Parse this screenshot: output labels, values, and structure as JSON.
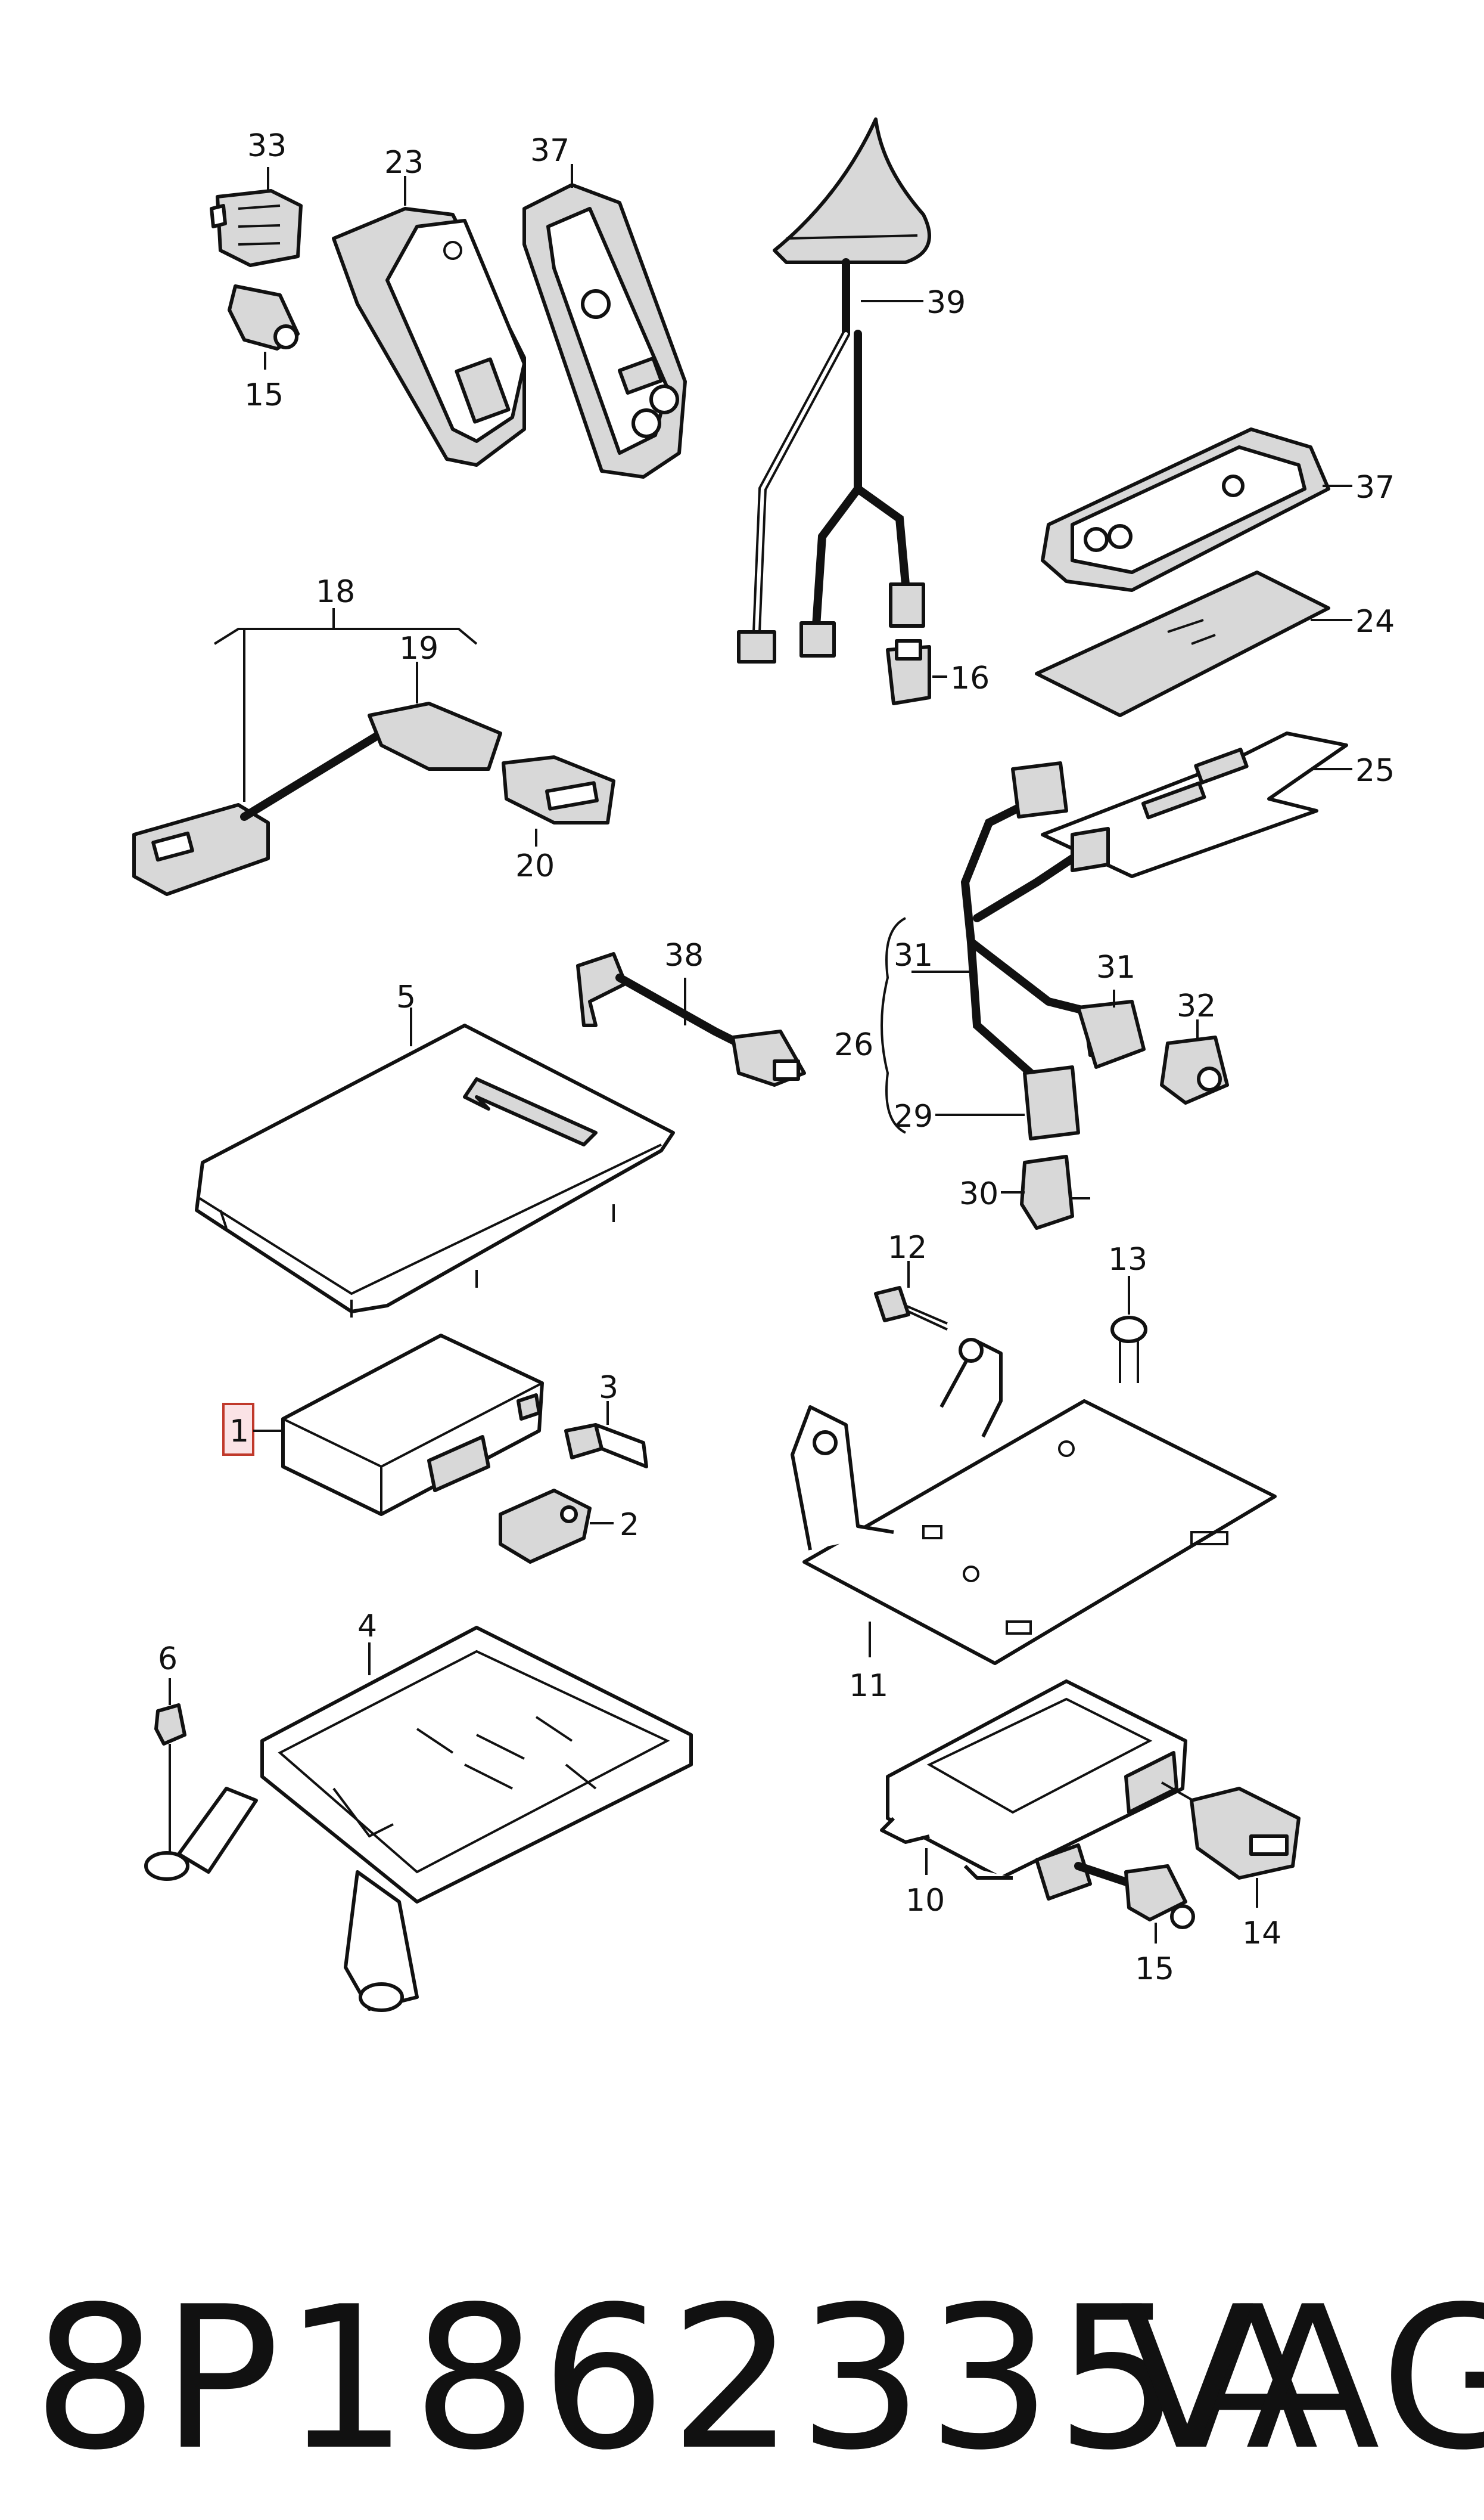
{
  "callouts": {
    "c33": "33",
    "c23": "23",
    "c37a": "37",
    "c15a": "15",
    "c39": "39",
    "c37b": "37",
    "c24": "24",
    "c16": "16",
    "c25": "25",
    "c18": "18",
    "c19": "19",
    "c20": "20",
    "c38": "38",
    "c5": "5",
    "c31a": "31",
    "c31b": "31",
    "c32": "32",
    "c26": "26",
    "c29": "29",
    "c30": "30",
    "c12": "12",
    "c13": "13",
    "c1": "1",
    "c3": "3",
    "c2": "2",
    "c4": "4",
    "c6": "6",
    "c11": "11",
    "c10": "10",
    "c14": "14",
    "c15b": "15"
  },
  "footer": {
    "part_number": "8P1862335A",
    "brand": "VAG"
  },
  "colors": {
    "line": "#111111",
    "highlight_fill": "#fbe3e6",
    "highlight_stroke": "#c0392b"
  }
}
